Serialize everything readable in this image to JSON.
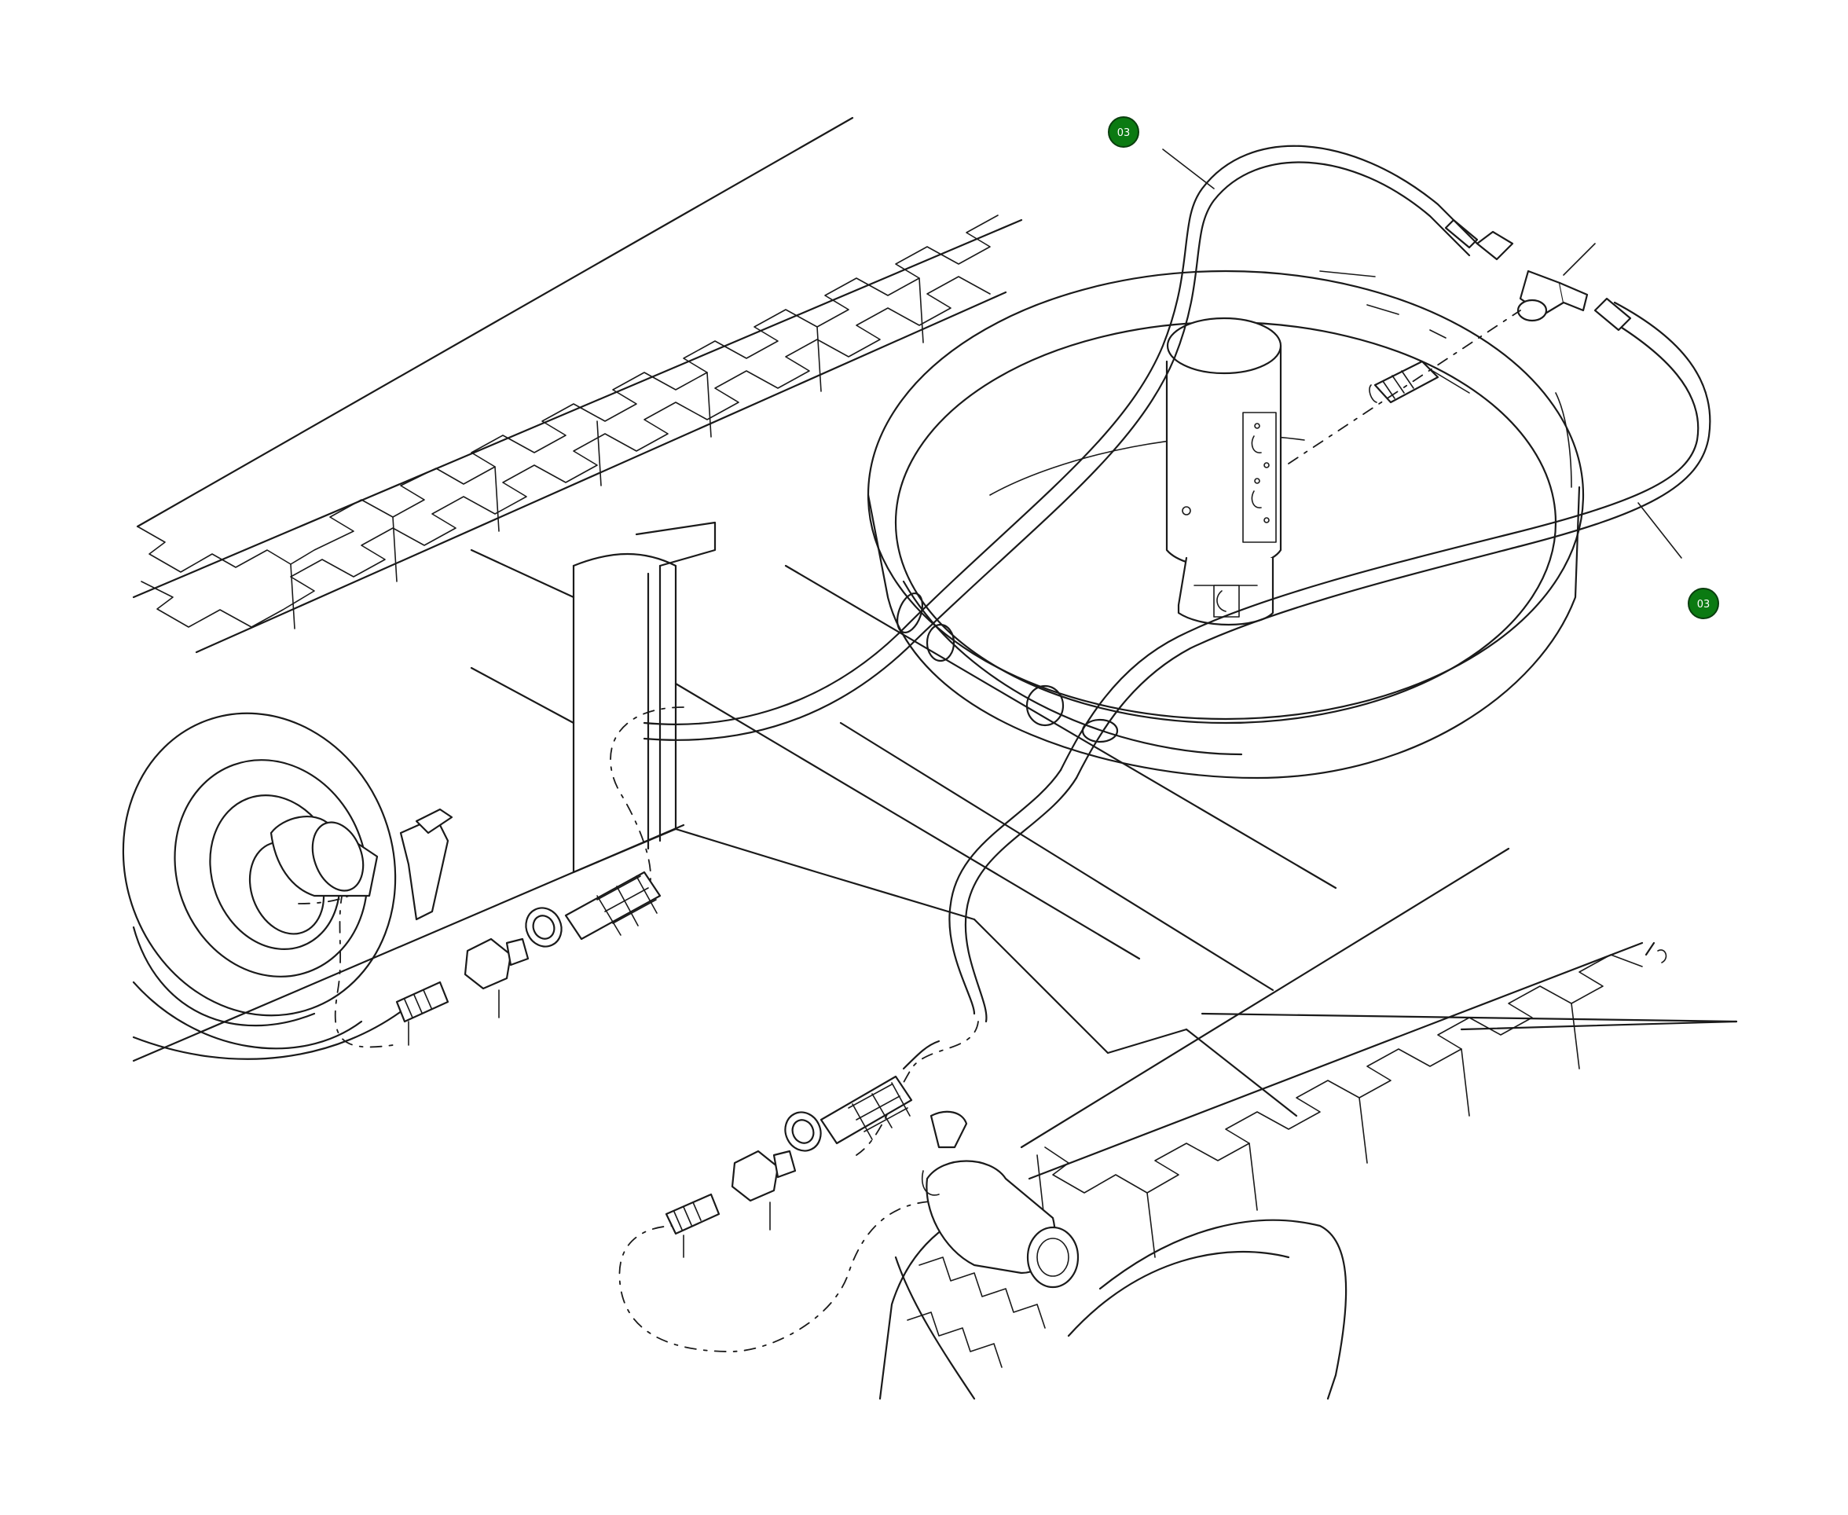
{
  "callouts": [
    {
      "id": "callout-top",
      "label": "03",
      "color": "#0b7a12"
    },
    {
      "id": "callout-right",
      "label": "03",
      "color": "#0b7a12"
    }
  ]
}
